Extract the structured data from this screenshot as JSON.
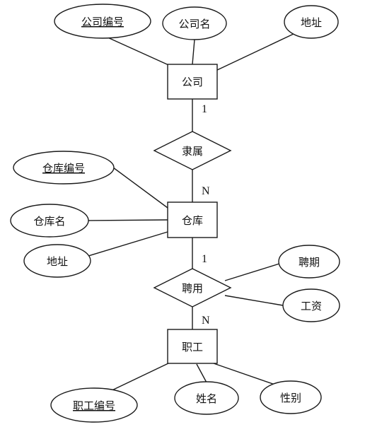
{
  "entities": {
    "company": "公司",
    "warehouse": "仓库",
    "employee": "职工"
  },
  "relationships": {
    "belongs": "隶属",
    "hire": "聘用"
  },
  "attributes": {
    "company_id": "公司编号",
    "company_name": "公司名",
    "company_address": "地址",
    "warehouse_id": "仓库编号",
    "warehouse_name": "仓库名",
    "warehouse_address": "地址",
    "hire_period": "聘期",
    "salary": "工资",
    "employee_id": "职工编号",
    "employee_name": "姓名",
    "employee_gender": "性别"
  },
  "cardinalities": {
    "company_belongs": "1",
    "belongs_warehouse": "N",
    "warehouse_hire": "1",
    "hire_employee": "N"
  }
}
